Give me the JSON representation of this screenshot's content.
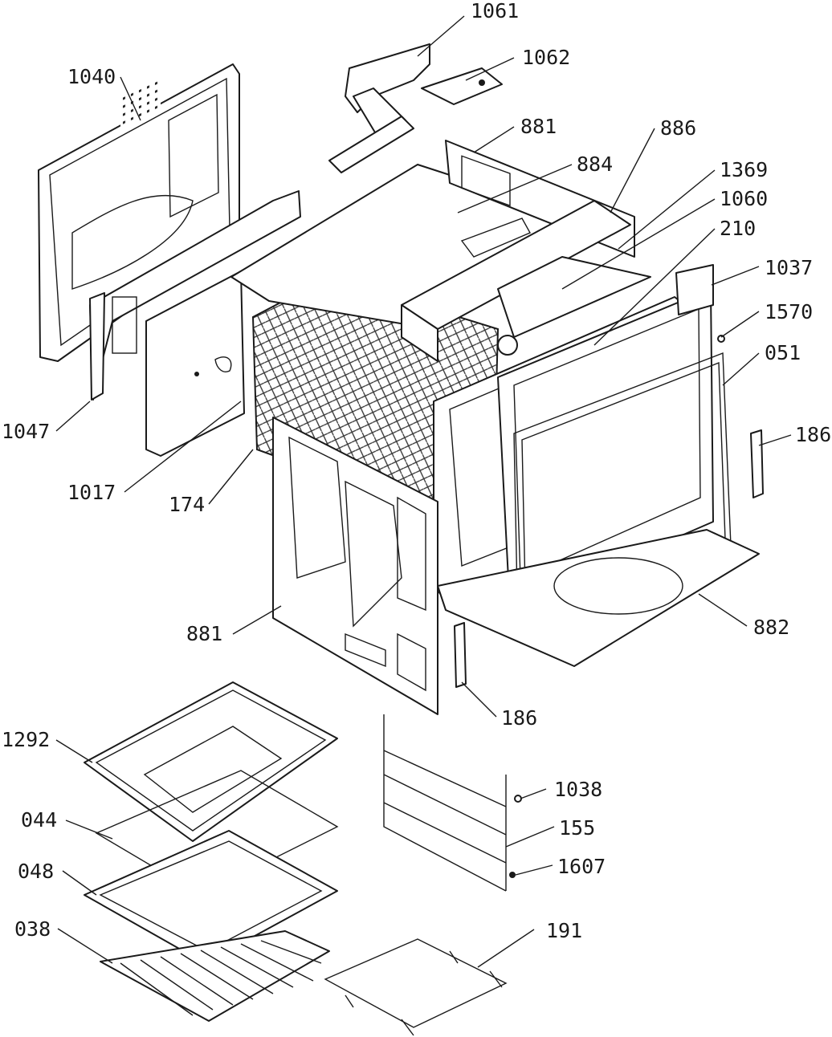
{
  "labels": {
    "l1061": "1061",
    "l1062": "1062",
    "l1040": "1040",
    "l881a": "881",
    "l886": "886",
    "l884": "884",
    "l1369": "1369",
    "l1060": "1060",
    "l210": "210",
    "l1037": "1037",
    "l1570": "1570",
    "l051": "051",
    "l186a": "186",
    "l1047": "1047",
    "l1017": "1017",
    "l174": "174",
    "l881b": "881",
    "l882": "882",
    "l186b": "186",
    "l1292": "1292",
    "l1038": "1038",
    "l155": "155",
    "l044": "044",
    "l048": "048",
    "l1607": "1607",
    "l038": "038",
    "l191": "191"
  }
}
